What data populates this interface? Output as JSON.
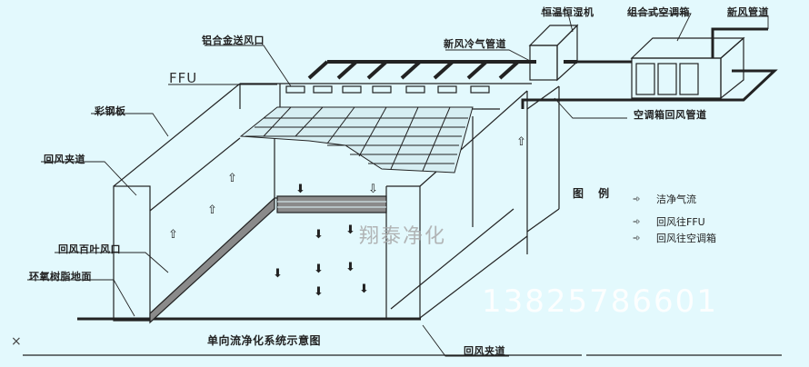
{
  "diagram": {
    "title": "单向流净化系统示意图",
    "background_color": "#e3f9fd",
    "line_color": "#222222",
    "corner_mark": "×",
    "labels": {
      "constant_temp_humidity_unit": "恒温恒湿机",
      "combined_ahu": "组合式空调箱",
      "fresh_air_duct": "新风管道",
      "fresh_air_cold_duct": "新风冷气管道",
      "aluminum_supply_vent": "铝合金送风口",
      "ffu": "FFU",
      "color_steel_panel": "彩钢板",
      "return_air_plenum_left": "回风夹道",
      "return_air_louver": "回风百叶风口",
      "epoxy_floor": "环氧树脂地面",
      "ahu_return_duct": "空调箱回风管道",
      "return_air_plenum_bottom": "回风夹道"
    },
    "legend": {
      "title": "图 例",
      "items": [
        {
          "icon": "clean-airflow-arrow",
          "label": "洁净气流"
        },
        {
          "icon": "return-to-ffu-arrow",
          "label": "回风往FFU"
        },
        {
          "icon": "return-to-ahu-arrow",
          "label": "回风往空调箱"
        }
      ]
    },
    "watermarks": {
      "brand": "翔泰净化",
      "phone": "13825786601"
    }
  }
}
